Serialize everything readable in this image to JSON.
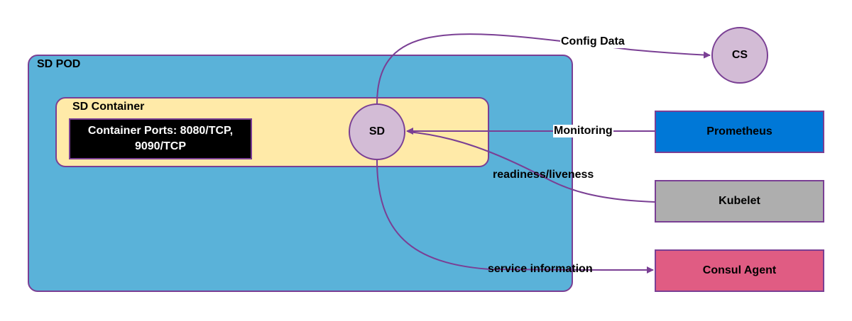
{
  "pod": {
    "label": "SD POD"
  },
  "container": {
    "label": "SD Container",
    "ports": "Container Ports: 8080/TCP, 9090/TCP"
  },
  "nodes": {
    "sd": "SD",
    "cs": "CS",
    "prometheus": "Prometheus",
    "kubelet": "Kubelet",
    "consul": "Consul Agent"
  },
  "edges": {
    "config": "Config Data",
    "monitoring": "Monitoring",
    "readiness": "readiness/liveness",
    "service": "service information"
  },
  "colors": {
    "pod": "#5ab2d9",
    "container": "#ffeaa8",
    "ports": "#000000",
    "circle": "#d3bcd6",
    "prometheus": "#0078d7",
    "kubelet": "#aeaeae",
    "consul": "#e05c83",
    "stroke": "#7a3f94"
  }
}
